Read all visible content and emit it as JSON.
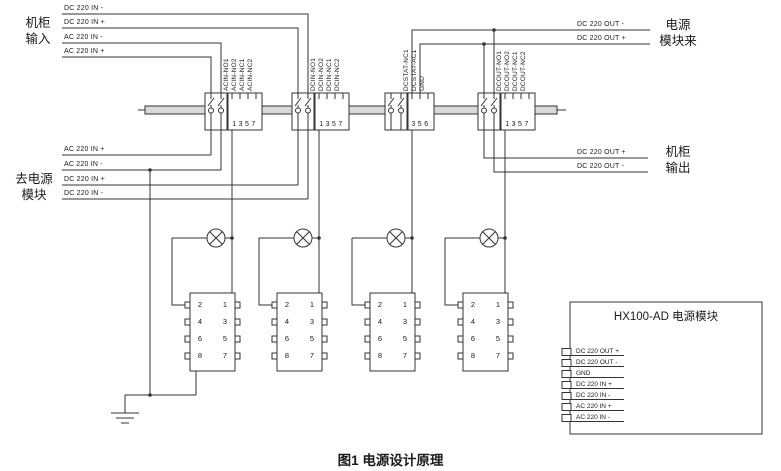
{
  "figure": {
    "caption": "图1 电源设计原理"
  },
  "io_groups": {
    "cabinet_input": {
      "name": "机柜\n输入",
      "signals": [
        "DC 220 IN -",
        "DC 220 IN +",
        "AC 220 IN -",
        "AC 220 IN +"
      ]
    },
    "from_power_module": {
      "name": "电源\n模块来",
      "signals": [
        "DC 220 OUT -",
        "DC 220 OUT +"
      ]
    },
    "cabinet_output": {
      "name": "机柜\n输出",
      "signals": [
        "DC 220 OUT +",
        "DC 220 OUT -"
      ]
    },
    "to_power_module": {
      "name": "去电源\n模块",
      "signals": [
        "AC 220 IN +",
        "AC 220 IN -",
        "DC 220 IN +",
        "DC 220 IN -"
      ]
    }
  },
  "relay_blocks": [
    {
      "pins": [
        "ACIN-NO1",
        "ACIN-NO2",
        "ACIN-NC1",
        "ACIN-NC2"
      ],
      "number": "1357"
    },
    {
      "pins": [
        "DCIN-NO1",
        "DCIN-NO2",
        "DCIN-NC1",
        "DCIN-NC2"
      ],
      "number": "1357"
    },
    {
      "pins": [
        "DCSTAT-NC1",
        "DCSTAT-AC1",
        "GND"
      ],
      "number": "356"
    },
    {
      "pins": [
        "DCOUT-NO1",
        "DCOUT-NO2",
        "DCOUT-NC1",
        "DCOUT-NC2"
      ],
      "number": "1357"
    }
  ],
  "connectors": [
    {
      "left": "2\n4\n6\n8",
      "right": "1\n3\n5\n7"
    },
    {
      "left": "2\n4\n6\n8",
      "right": "1\n3\n5\n7"
    },
    {
      "left": "2\n4\n6\n8",
      "right": "1\n3\n5\n7"
    },
    {
      "left": "2\n4\n6\n8",
      "right": "1\n3\n5\n7"
    }
  ],
  "power_module": {
    "title": "HX100-AD 电源模块",
    "pins": [
      "DC 220 OUT +",
      "DC 220 OUT -",
      "GND",
      "DC 220 IN +",
      "DC 220 IN -",
      "AC 220 IN +",
      "AC 220 IN -"
    ]
  },
  "colors": {
    "line": "#333333",
    "bus_fill": "#d9d9d9",
    "background": "#ffffff"
  }
}
